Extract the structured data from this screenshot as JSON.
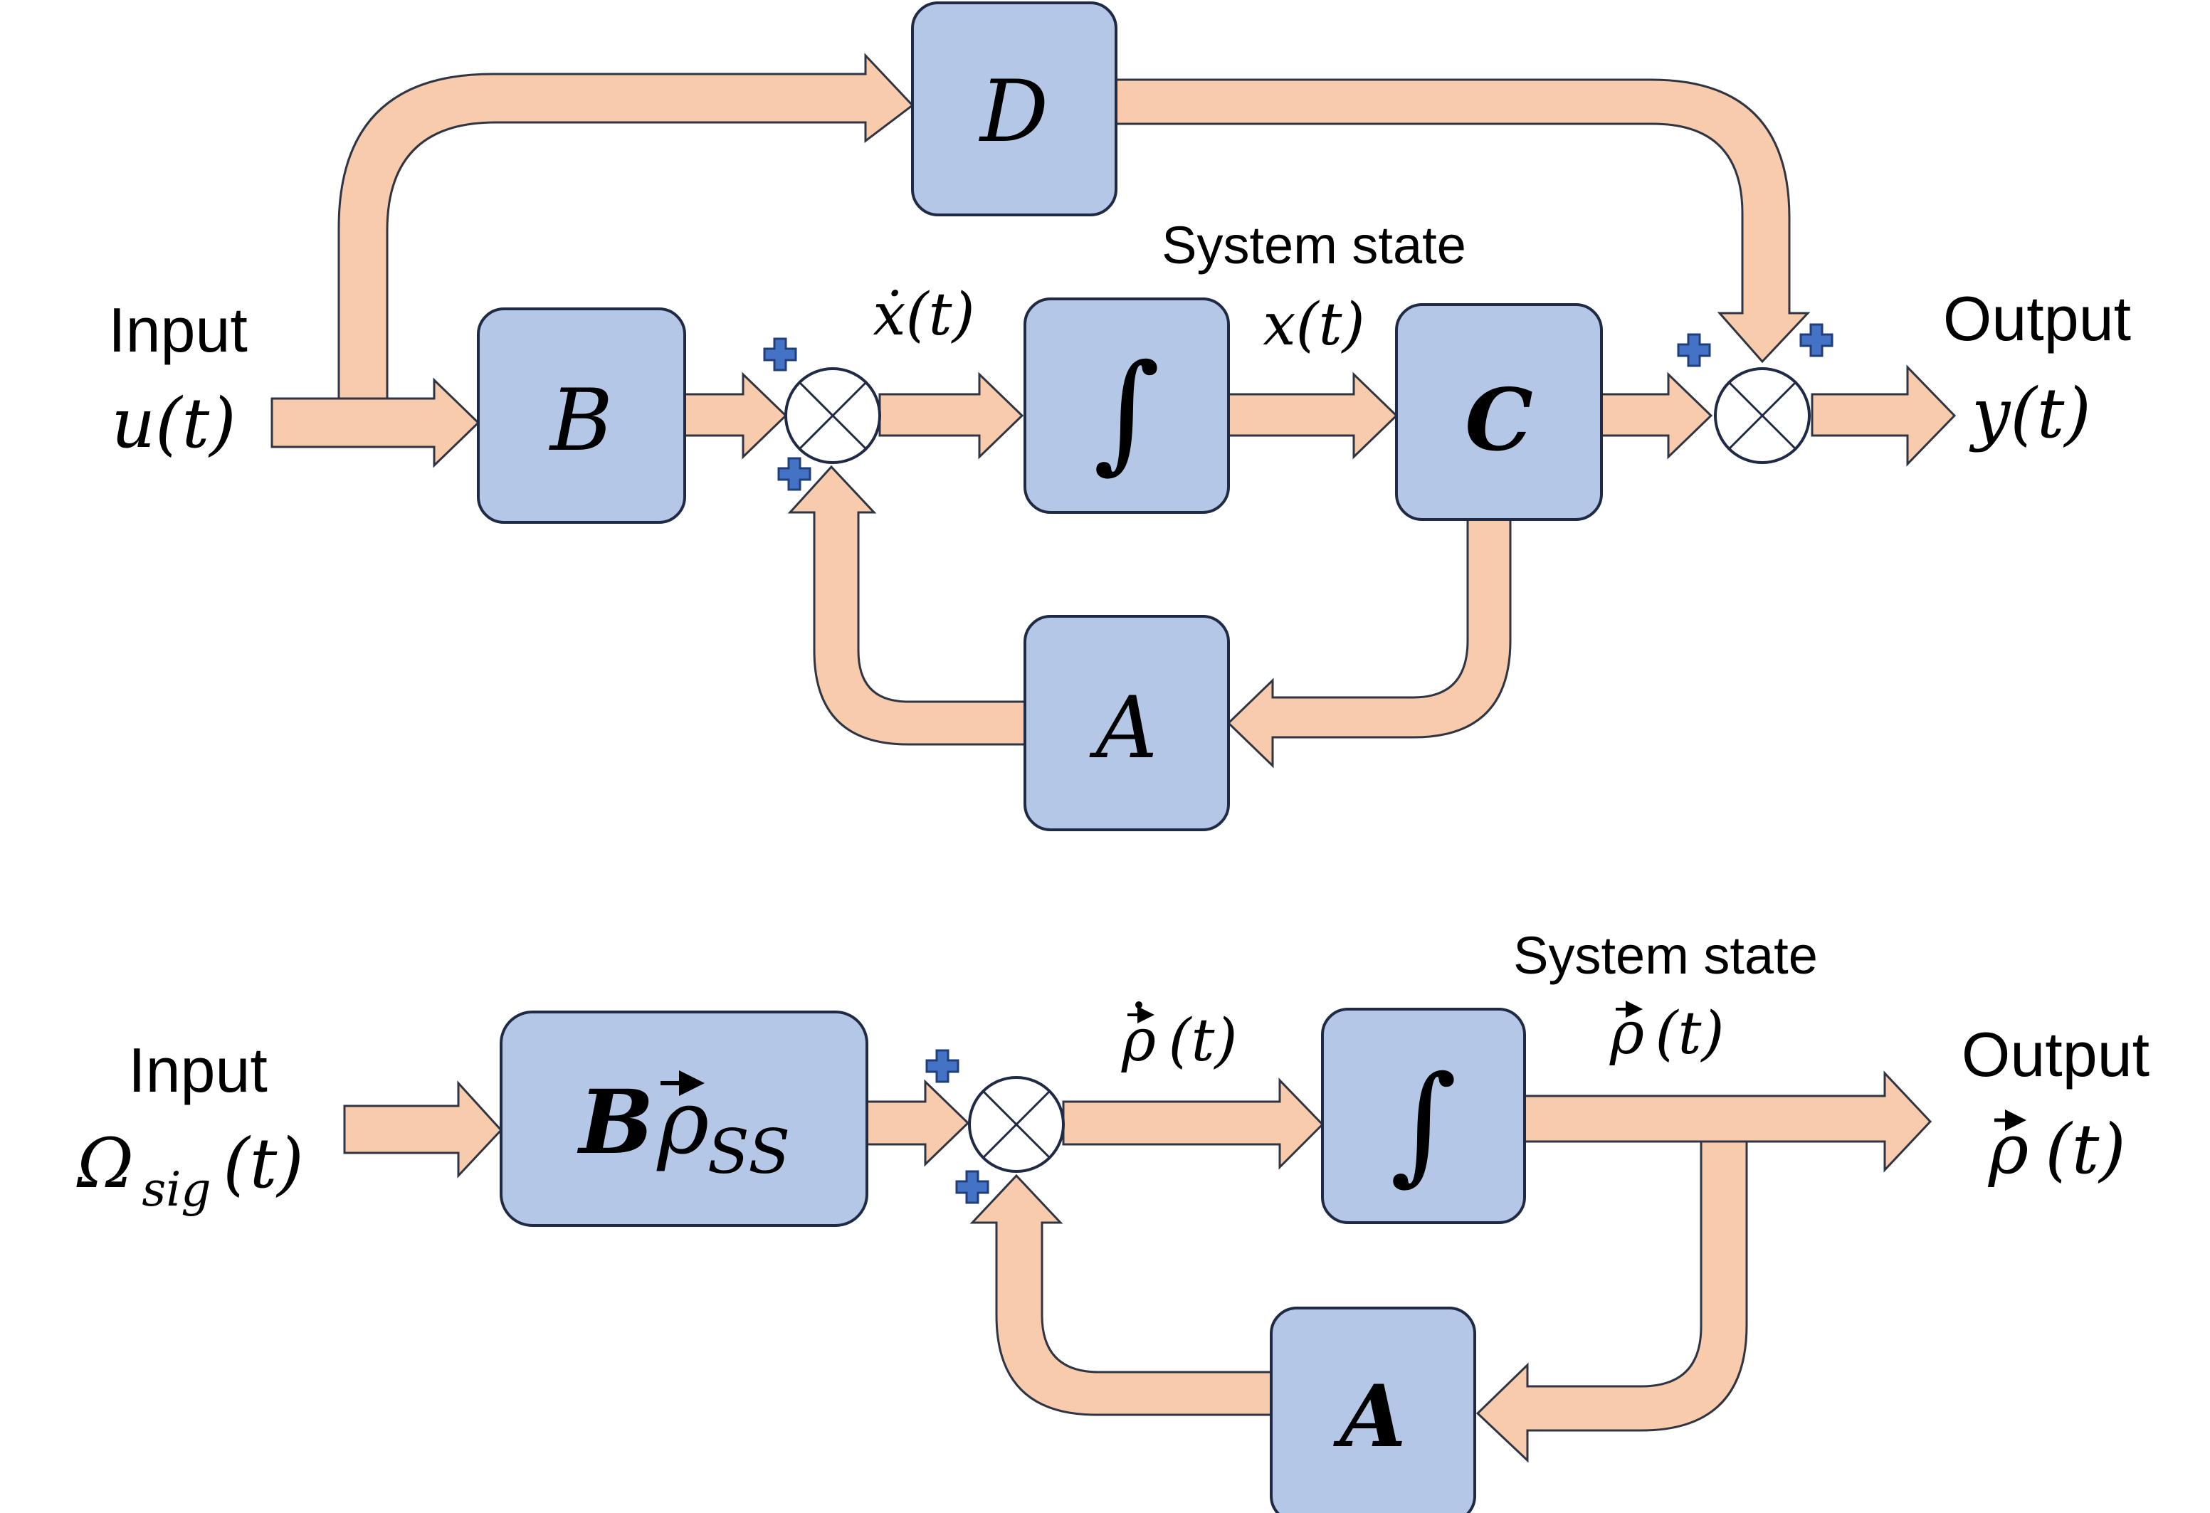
{
  "top": {
    "input_label": "Input",
    "input_signal": "u(t)",
    "block_b": "B",
    "block_d": "D",
    "block_c": "C",
    "block_a": "A",
    "integrator": "∫",
    "state_deriv": "ẋ(t)",
    "state_caption": "System state",
    "state": "x(t)",
    "output_label": "Output",
    "output_signal": "y(t)",
    "plus": "+"
  },
  "bottom": {
    "input_label": "Input",
    "input_omega": "Ω",
    "input_sub": "sig",
    "input_arg": "(t)",
    "block_b_main": "B",
    "block_b_rho": "ρ",
    "block_b_sub": "SS",
    "block_a": "A",
    "integrator": "∫",
    "state_deriv_rho": "ρ",
    "state_deriv_arg": "(t)",
    "state_caption": "System state",
    "state_rho": "ρ",
    "state_arg": "(t)",
    "output_label": "Output",
    "output_rho": "ρ",
    "output_arg": "(t)",
    "vec_mark": "⃗",
    "plus": "+"
  },
  "colors": {
    "arrow_fill": "#f8cbad",
    "block_fill": "#b4c7e7",
    "plus_fill": "#4472c4"
  }
}
